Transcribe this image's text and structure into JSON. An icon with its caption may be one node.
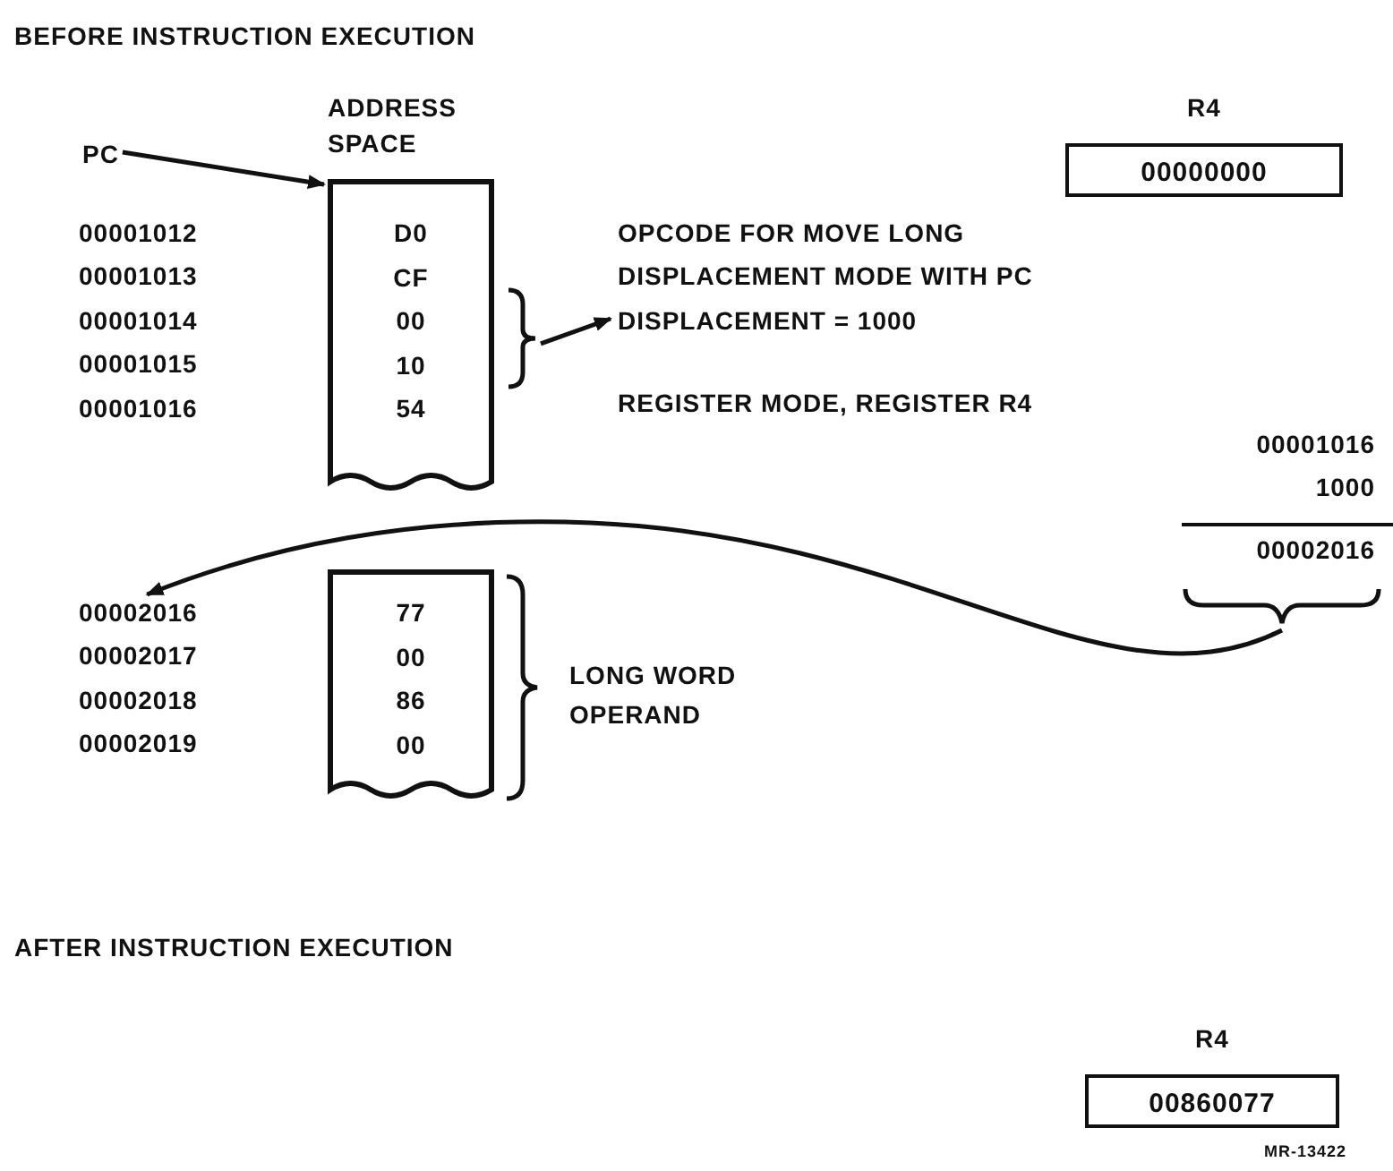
{
  "diagram": {
    "nodes": [
      {
        "text": [
          "R4",
          "00000000"
        ]
      },
      {
        "text": [
          "PC"
        ]
      },
      {
        "text": [
          "ADDRESS SPACE",
          "D0",
          "CF",
          "00",
          "10",
          "54"
        ]
      },
      {
        "text": [],
        "shape": "bracket"
      },
      {
        "text": [
          "DISPLACEMENT = 1000"
        ]
      },
      {
        "text": [
          "00001016",
          "1000",
          "00002016"
        ]
      },
      {
        "text": [
          "00002016"
        ]
      },
      {
        "text": [
          "77",
          "00",
          "86",
          "00"
        ]
      },
      {
        "text": [
          "R4",
          "00860077"
        ]
      }
    ],
    "edges": [
      {
        "from": 1,
        "to": 2,
        "arrow": "to"
      },
      {
        "from": 3,
        "to": 4,
        "arrow": "to"
      },
      {
        "from": 5,
        "to": 6,
        "arrow": "to"
      }
    ],
    "labels": [
      "BEFORE INSTRUCTION EXECUTION",
      "00001012",
      "00001013",
      "00001014",
      "00001015",
      "00001016",
      "OPCODE FOR MOVE LONG",
      "DISPLACEMENT MODE WITH PC",
      "REGISTER MODE, REGISTER R4",
      "00002017",
      "00002018",
      "00002019",
      "LONG WORD OPERAND",
      "AFTER INSTRUCTION EXECUTION",
      "MR-13422"
    ]
  }
}
